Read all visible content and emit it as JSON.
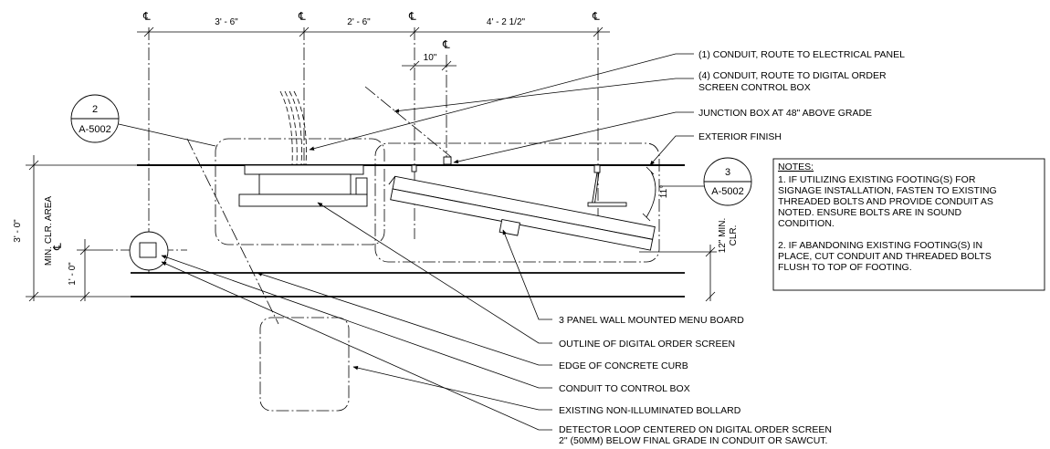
{
  "dimensions": {
    "top": [
      "3' - 6\"",
      "2' - 6\"",
      "4' - 2 1/2\""
    ],
    "offset": "10\"",
    "angle": "11°",
    "left_overall": "3' - 0\"",
    "left_area_label": "MIN. CLR. AREA",
    "left_small": "1' - 0\"",
    "right_clearance": [
      "12\" MIN.",
      "CLR."
    ],
    "centerline_symbol": "℄"
  },
  "bubbles": [
    {
      "number": "2",
      "sheet": "A-5002"
    },
    {
      "number": "3",
      "sheet": "A-5002"
    }
  ],
  "callouts_right": [
    [
      "(1) CONDUIT, ROUTE TO ELECTRICAL PANEL"
    ],
    [
      "(4) CONDUIT, ROUTE TO DIGITAL ORDER",
      "SCREEN CONTROL BOX"
    ],
    [
      "JUNCTION BOX AT 48\" ABOVE GRADE"
    ],
    [
      "EXTERIOR FINISH"
    ]
  ],
  "callouts_bottom": [
    [
      "3 PANEL WALL MOUNTED MENU BOARD"
    ],
    [
      "OUTLINE OF DIGITAL ORDER SCREEN"
    ],
    [
      "EDGE OF CONCRETE CURB"
    ],
    [
      "CONDUIT TO CONTROL BOX"
    ],
    [
      "EXISTING NON-ILLUMINATED BOLLARD"
    ],
    [
      "DETECTOR LOOP CENTERED ON DIGITAL ORDER SCREEN",
      "2\" (50MM) BELOW FINAL GRADE IN CONDUIT OR SAWCUT."
    ]
  ],
  "notes": {
    "title": "NOTES:",
    "lines": [
      "1. IF UTILIZING EXISTING FOOTING(S) FOR",
      "SIGNAGE INSTALLATION, FASTEN TO EXISTING",
      "THREADED BOLTS AND PROVIDE CONDUIT AS",
      "NOTED. ENSURE BOLTS ARE IN SOUND",
      "CONDITION.",
      "",
      "2. IF ABANDONING EXISTING FOOTING(S) IN",
      "PLACE, CUT CONDUIT AND THREADED BOLTS",
      "FLUSH TO TOP OF FOOTING."
    ]
  }
}
